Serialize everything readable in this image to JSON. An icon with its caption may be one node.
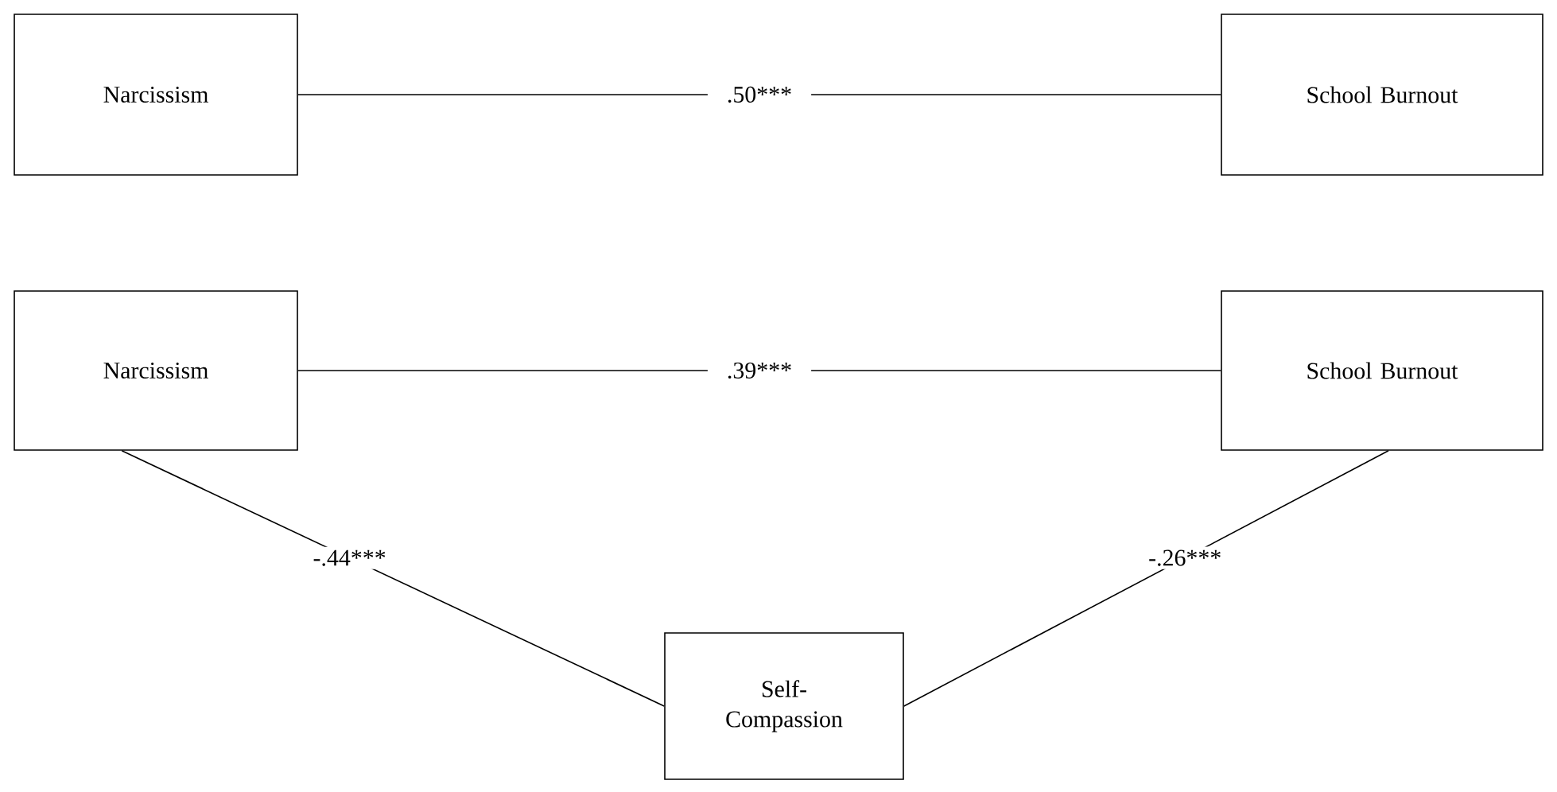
{
  "diagram": {
    "nodes": [
      {
        "text": [
          "Narcissism"
        ]
      },
      {
        "text": [
          "School Burnout"
        ]
      },
      {
        "text": [
          "Narcissism"
        ]
      },
      {
        "text": [
          "School Burnout"
        ]
      },
      {
        "text": [
          "Self-Compassion"
        ]
      }
    ],
    "edges": [
      {
        "from": 0,
        "to": 1,
        "arrow": "none",
        "label": ".50***"
      },
      {
        "from": 2,
        "to": 3,
        "arrow": "none",
        "label": ".39***"
      },
      {
        "from": 2,
        "to": 4,
        "arrow": "none",
        "label": "-.44***"
      },
      {
        "from": 4,
        "to": 3,
        "arrow": "none",
        "label": "-.26***"
      }
    ]
  }
}
